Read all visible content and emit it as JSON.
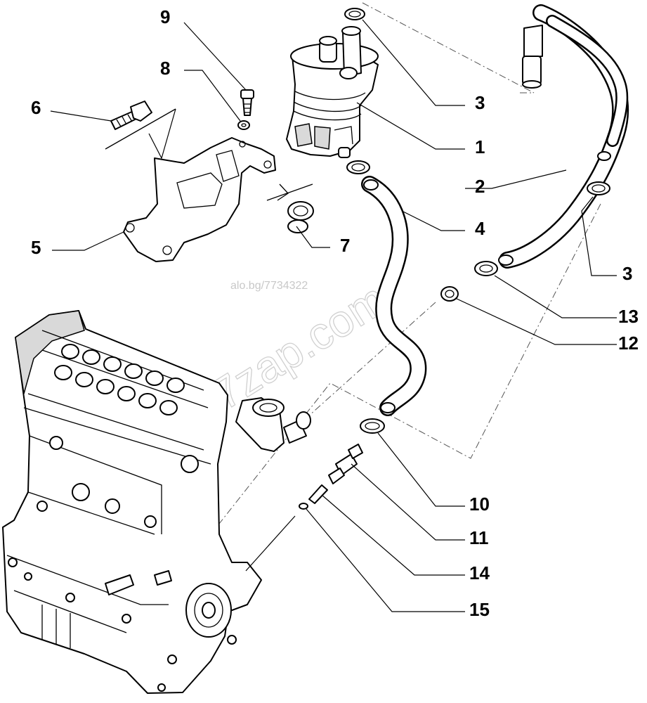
{
  "callouts": {
    "c9": "9",
    "c8": "8",
    "c6": "6",
    "c5": "5",
    "c7": "7",
    "c3a": "3",
    "c1": "1",
    "c2": "2",
    "c4": "4",
    "c3b": "3",
    "c13": "13",
    "c12": "12",
    "c10": "10",
    "c11": "11",
    "c14": "14",
    "c15": "15"
  },
  "watermarks": {
    "site_id": "alo.bg/7734322",
    "brand": "7zap.com"
  },
  "colors": {
    "line": "#000000",
    "background": "#ffffff",
    "watermark": "#c8c8c8"
  }
}
